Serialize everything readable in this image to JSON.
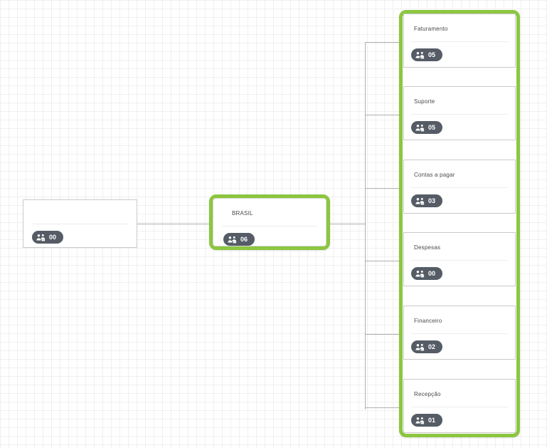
{
  "diagram": {
    "type": "org-chart",
    "accent_color": "#8cc63f",
    "badge_color": "#555c66",
    "grid_color": "#f0f0f0",
    "connector_color": "#b0b0b0"
  },
  "root_node": {
    "title": "",
    "members_count": "00",
    "icon": "users-icon",
    "selected": false
  },
  "brasil_node": {
    "title": "BRASIL",
    "members_count": "06",
    "icon": "users-icon",
    "selected": true
  },
  "children": [
    {
      "title": "Faturamento",
      "members_count": "05",
      "icon": "users-icon"
    },
    {
      "title": "Suporte",
      "members_count": "05",
      "icon": "users-icon"
    },
    {
      "title": "Contas a pagar",
      "members_count": "03",
      "icon": "users-icon"
    },
    {
      "title": "Despesas",
      "members_count": "00",
      "icon": "users-icon"
    },
    {
      "title": "Financeiro",
      "members_count": "02",
      "icon": "users-icon"
    },
    {
      "title": "Recepção",
      "members_count": "01",
      "icon": "users-icon"
    }
  ]
}
